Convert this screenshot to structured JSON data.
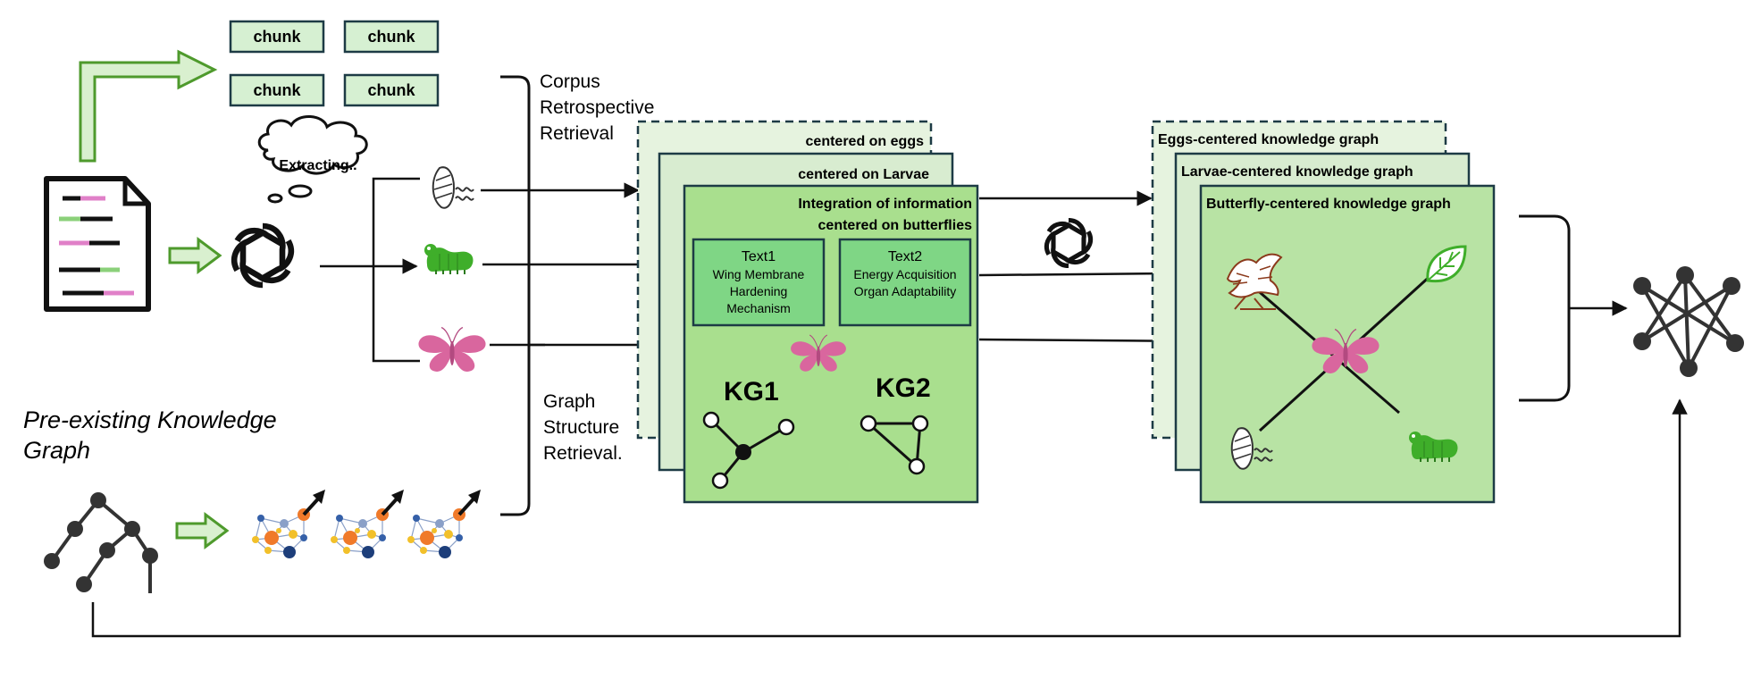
{
  "colors": {
    "accent_green": "#4e9a2c",
    "panel_light": "#e6f3df",
    "panel_mid": "#cfe8c4",
    "panel_front": "#a9df8e",
    "box_green": "#7fd685",
    "border_dark": "#1d3b45",
    "pink": "#d9669e",
    "larva_green": "#3fae2a",
    "twig_brown": "#8b3a1c",
    "node_orange": "#f07a2a",
    "node_blue": "#3560a8",
    "node_yellow": "#f2c02a"
  },
  "chunks": [
    "chunk",
    "chunk",
    "chunk",
    "chunk"
  ],
  "extracting_label": "Extracting..",
  "retrieval": {
    "corpus_lines": [
      "Corpus",
      "Retrospective",
      "Retrieval"
    ],
    "graph_lines": [
      "Graph",
      "Structure",
      "Retrieval."
    ]
  },
  "preexisting": {
    "lines": [
      "Pre-existing Knowledge",
      "Graph"
    ]
  },
  "info_panels": {
    "eggs_title": "centered on eggs",
    "larvae_title": "centered on  Larvae",
    "butterfly_title_lines": [
      "Integration of information",
      "centered on butterflies"
    ],
    "text1": {
      "title": "Text1",
      "lines": [
        "Wing Membrane",
        "Hardening",
        "Mechanism"
      ]
    },
    "text2": {
      "title": "Text2",
      "lines": [
        "Energy Acquisition",
        "Organ Adaptability"
      ]
    },
    "kg1": "KG1",
    "kg2": "KG2"
  },
  "kg_panels": {
    "eggs_title": "Eggs-centered  knowledge  graph",
    "larvae_title": "Larvae-centered  knowledge  graph",
    "butterfly_title": "Butterfly-centered  knowledge  graph"
  },
  "icons": [
    "document-icon",
    "openai-logo-icon",
    "cocoon-icon",
    "larva-icon",
    "butterfly-icon",
    "tree-graph-icon",
    "network-graph-icon",
    "bird-icon",
    "leaf-icon",
    "merged-graph-icon"
  ]
}
